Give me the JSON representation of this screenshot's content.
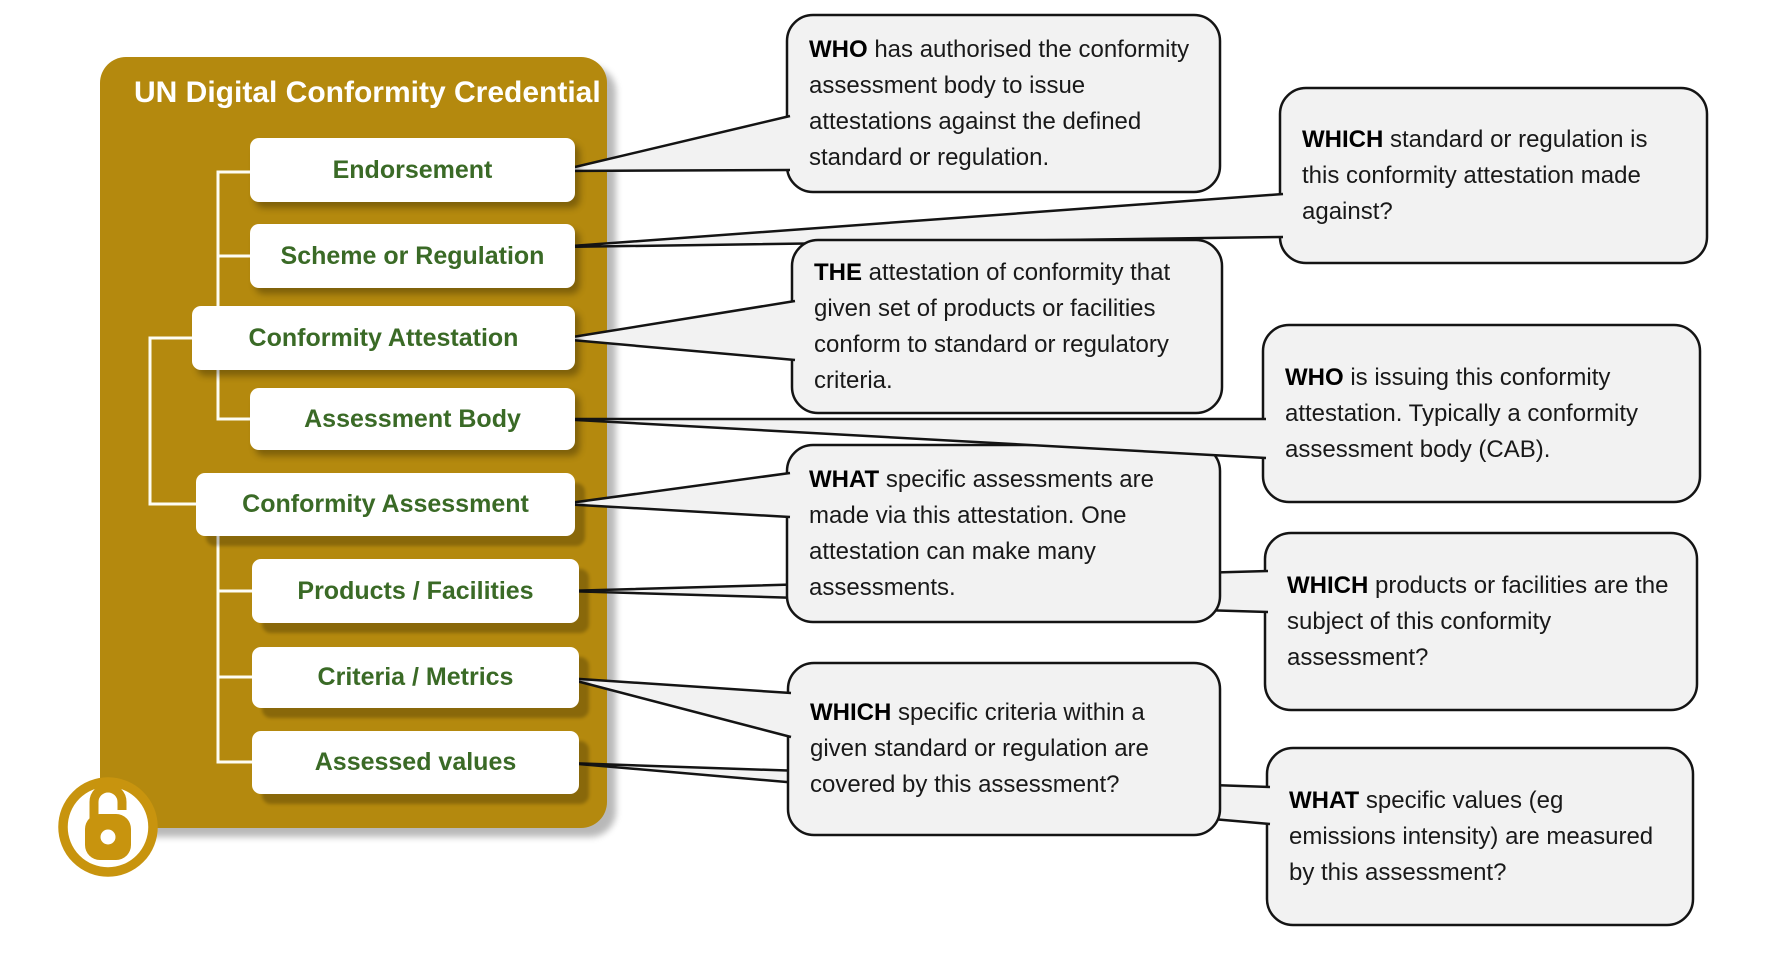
{
  "title": "UN Digital Conformity Credential",
  "tree": {
    "nodes": [
      {
        "label": "Endorsement"
      },
      {
        "label": "Scheme or Regulation"
      },
      {
        "label": "Conformity Attestation"
      },
      {
        "label": "Assessment Body"
      },
      {
        "label": "Conformity Assessment"
      },
      {
        "label": "Products / Facilities"
      },
      {
        "label": "Criteria / Metrics"
      },
      {
        "label": "Assessed values"
      }
    ]
  },
  "callouts": [
    {
      "lead": "WHO",
      "text": " has authorised the conformity assessment body to issue attestations against the defined standard or regulation."
    },
    {
      "lead": "WHICH",
      "text": " standard or regulation is this conformity attestation made against?"
    },
    {
      "lead": "THE",
      "text": " attestation of conformity that given set of products or facilities conform to standard or regulatory criteria."
    },
    {
      "lead": "WHO",
      "text": " is issuing this conformity attestation. Typically a conformity assessment body (CAB)."
    },
    {
      "lead": "WHAT",
      "text": " specific assessments are made via this attestation.  One attestation can make many assessments."
    },
    {
      "lead": "WHICH",
      "text": " products or facilities are the subject of this conformity assessment?"
    },
    {
      "lead": "WHICH",
      "text": " specific criteria within a given standard or regulation are covered by this assessment?"
    },
    {
      "lead": "WHAT",
      "text": " specific values (eg emissions intensity) are measured by this assessment?"
    }
  ],
  "icons": {
    "lock": "open-padlock-icon"
  },
  "colors": {
    "panel_gold": "#B4890E",
    "lock_gold": "#C8940E",
    "node_text_green": "#3A6A26",
    "callout_fill": "#F2F2F2",
    "callout_border": "#141414",
    "connector_white": "#FDFDF5"
  }
}
